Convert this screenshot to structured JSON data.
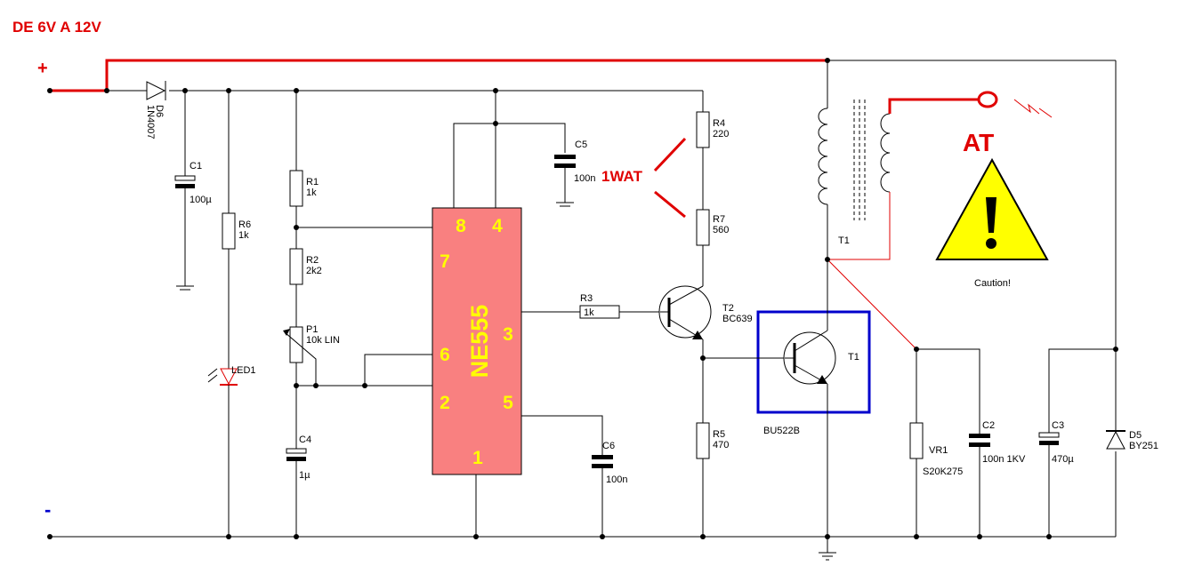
{
  "title": "DE 6V A 12V",
  "supply": {
    "plus": "+",
    "minus": "-"
  },
  "ic": {
    "name": "NE555",
    "pins": {
      "p1": "1",
      "p2": "2",
      "p3": "3",
      "p4": "4",
      "p5": "5",
      "p6": "6",
      "p7": "7",
      "p8": "8"
    }
  },
  "annotations": {
    "power_note": "1WAT",
    "hv_label": "AT",
    "caution": "Caution!"
  },
  "components": {
    "d6": {
      "ref": "D6",
      "value": "1N4007"
    },
    "c1": {
      "ref": "C1",
      "value": "100µ"
    },
    "r6": {
      "ref": "R6",
      "value": "1k"
    },
    "led1": {
      "ref": "LED1"
    },
    "r1": {
      "ref": "R1",
      "value": "1k"
    },
    "r2": {
      "ref": "R2",
      "value": "2k2"
    },
    "p1": {
      "ref": "P1",
      "value": "10k LIN"
    },
    "c4": {
      "ref": "C4",
      "value": "1µ"
    },
    "c5": {
      "ref": "C5",
      "value": "100n"
    },
    "c6": {
      "ref": "C6",
      "value": "100n"
    },
    "r3": {
      "ref": "R3",
      "value": "1k"
    },
    "r4": {
      "ref": "R4",
      "value": "220"
    },
    "r7": {
      "ref": "R7",
      "value": "560"
    },
    "r5": {
      "ref": "R5",
      "value": "470"
    },
    "t2": {
      "ref": "T2",
      "value": "BC639"
    },
    "t1": {
      "ref": "T1",
      "value": "BU522B"
    },
    "tr1": {
      "ref": "T1"
    },
    "vr1": {
      "ref": "VR1",
      "value": "S20K275"
    },
    "c2": {
      "ref": "C2",
      "value": "100n 1KV"
    },
    "c3": {
      "ref": "C3",
      "value": "470µ"
    },
    "d5": {
      "ref": "D5",
      "value": "BY251"
    }
  },
  "colors": {
    "red": "#e00000",
    "ic_fill": "#f98080",
    "ic_text": "#ffff00",
    "highlight": "#0000cc",
    "caution": "#ffff00"
  }
}
